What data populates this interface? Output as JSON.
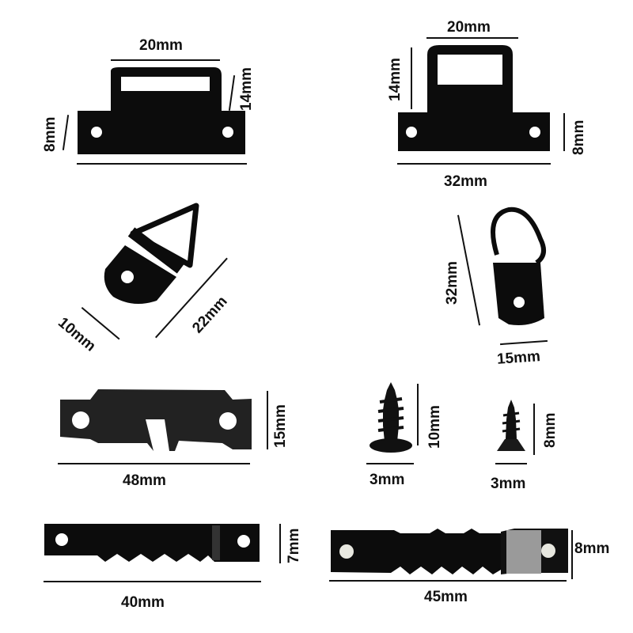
{
  "colors": {
    "metal": "#0c0c0c",
    "background": "#ffffff",
    "line": "#111111",
    "highlight": "#9a9a9a"
  },
  "parts": [
    {
      "name": "sawtooth-ring-hanger-small",
      "dims": {
        "ring_width": "20mm",
        "ring_height": "14mm",
        "base_height": "8mm"
      }
    },
    {
      "name": "sawtooth-ring-hanger-large",
      "dims": {
        "ring_width": "20mm",
        "total_height": "14mm",
        "base_height": "8mm",
        "base_width": "32mm"
      }
    },
    {
      "name": "triangle-d-ring-hanger",
      "dims": {
        "width": "10mm",
        "length": "22mm"
      }
    },
    {
      "name": "d-ring-hanger",
      "dims": {
        "length": "32mm",
        "width": "15mm"
      }
    },
    {
      "name": "sawtooth-plate-hanger",
      "dims": {
        "width": "48mm",
        "height": "15mm"
      }
    },
    {
      "name": "screw-washer-head",
      "dims": {
        "length": "10mm",
        "diameter": "3mm"
      }
    },
    {
      "name": "screw-countersunk",
      "dims": {
        "length": "8mm",
        "diameter": "3mm"
      }
    },
    {
      "name": "sawtooth-strip-40",
      "dims": {
        "width": "40mm",
        "height": "7mm"
      }
    },
    {
      "name": "sawtooth-strip-45",
      "dims": {
        "width": "45mm",
        "height": "8mm"
      }
    }
  ]
}
